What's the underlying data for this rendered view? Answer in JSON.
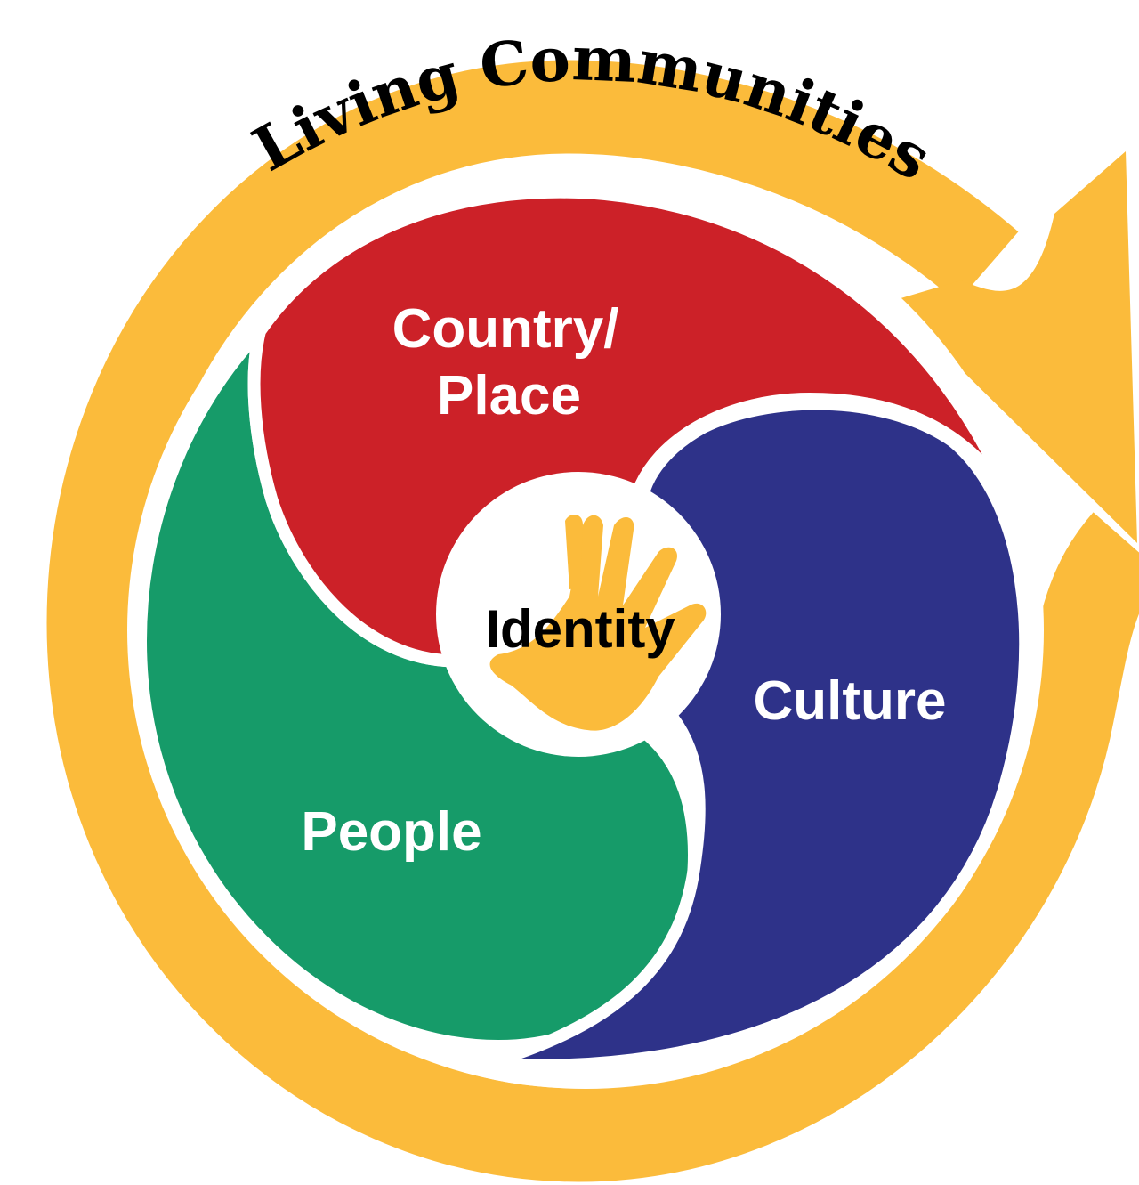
{
  "diagram": {
    "title": "Living Communities",
    "segments": [
      {
        "name": "country-place",
        "line1": "Country/",
        "line2": "Place",
        "color": "#cc2128"
      },
      {
        "name": "culture",
        "label": "Culture",
        "color": "#2e3289"
      },
      {
        "name": "people",
        "label": "People",
        "color": "#169b69"
      }
    ],
    "center": {
      "label": "Identity",
      "hand_color": "#fbbb3b",
      "icon": "hand-icon"
    },
    "arrow_color": "#fbbb3b"
  }
}
